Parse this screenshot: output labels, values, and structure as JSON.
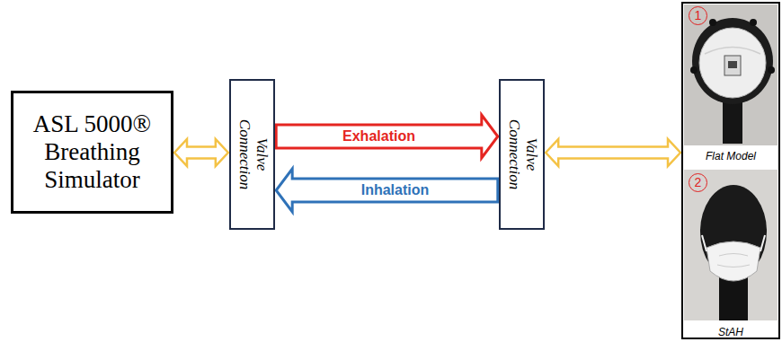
{
  "diagram": {
    "nodes": [
      {
        "text": [
          "ASL 5000® Breathing Simulator"
        ]
      },
      {
        "text": [
          "Valve Connection"
        ]
      },
      {
        "text": [
          "Valve Connection"
        ]
      },
      {
        "text": [
          "Flat Model",
          "StAH"
        ]
      }
    ],
    "edges": [
      {
        "from": 0,
        "to": 1,
        "arrow": "both"
      },
      {
        "from": 1,
        "to": 2,
        "label": "Exhalation",
        "arrow": "to"
      },
      {
        "from": 2,
        "to": 1,
        "label": "Inhalation",
        "arrow": "to"
      },
      {
        "from": 2,
        "to": 3,
        "arrow": "both"
      }
    ],
    "labels": [
      "1",
      "2"
    ]
  }
}
